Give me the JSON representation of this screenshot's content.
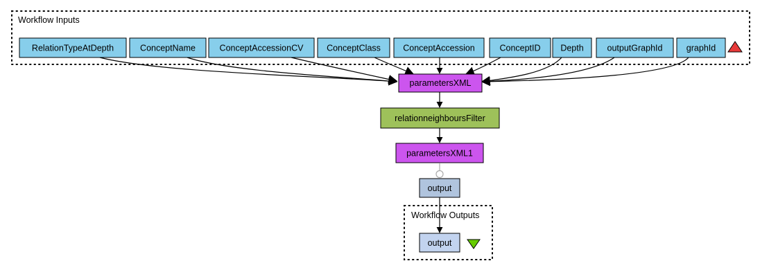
{
  "clusters": {
    "inputs": {
      "label": "Workflow Inputs"
    },
    "outputs": {
      "label": "Workflow Outputs"
    }
  },
  "inputs": [
    "RelationTypeAtDepth",
    "ConceptName",
    "ConceptAccessionCV",
    "ConceptClass",
    "ConceptAccession",
    "ConceptID",
    "Depth",
    "outputGraphId",
    "graphId"
  ],
  "processors": {
    "parametersXML": "parametersXML",
    "filter": "relationneighboursFilter",
    "parametersXML1": "parametersXML1",
    "output_port": "output",
    "workflow_output": "output"
  },
  "colors": {
    "input_fill": "#87ceeb",
    "xml_fill": "#cc55ee",
    "filter_fill": "#9ec15a",
    "output_fill": "#b0c4de",
    "workflow_output_fill": "#c2d3ef",
    "inputs_marker": "#e83a3a",
    "outputs_marker": "#66cc00"
  },
  "icons": {
    "inputs_marker": "red-up-triangle-icon",
    "outputs_marker": "green-down-triangle-icon"
  }
}
